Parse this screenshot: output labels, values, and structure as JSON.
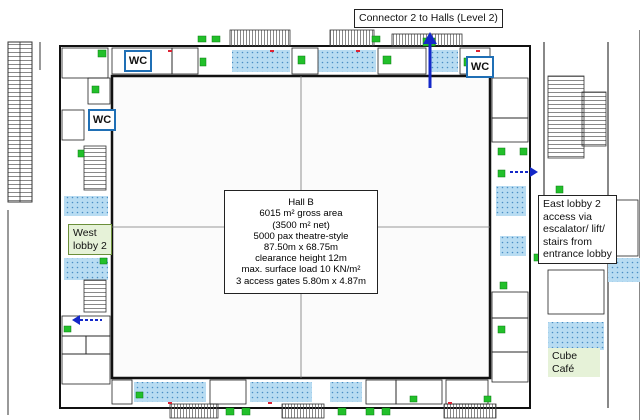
{
  "connector_label": "Connector 2 to Halls (Level 2)",
  "hall": {
    "lines": [
      "Hall B",
      "6015 m² gross area",
      "(3500 m² net)",
      "5000 pax theatre-style",
      "87.50m x 68.75m",
      "clearance height 12m",
      "max. surface load 10 KN/m²",
      "3 access gates 5.80m x 4.87m"
    ]
  },
  "west_lobby": [
    "West",
    "lobby 2"
  ],
  "east_lobby": [
    "East lobby 2",
    "access via",
    "escalator/ lift/",
    "stairs from",
    "entrance lobby"
  ],
  "cafe": [
    "Cube",
    "Café"
  ],
  "wc_label": "WC",
  "colors": {
    "arrow_blue": "#1428c8",
    "wc_border": "#1f6fb5",
    "exit_green": "#22c02a",
    "seating_blue": "#a9d4ee",
    "cafe_fill": "#e6f2d8",
    "wall": "#111111"
  }
}
